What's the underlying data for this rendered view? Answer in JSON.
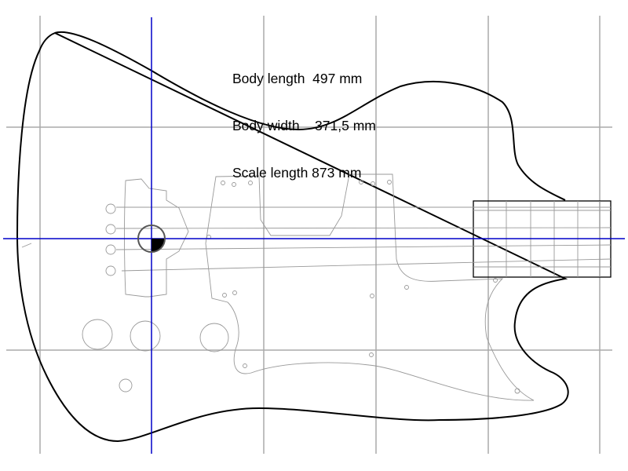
{
  "specs": {
    "body_length": "Body length  497 mm",
    "body_width": "Body width    371,5 mm",
    "scale_length": "Scale length 873 mm"
  },
  "colors": {
    "grid": "#aaaaaa",
    "axis": "#0000c8",
    "outline": "#000000",
    "detail": "#999999"
  }
}
